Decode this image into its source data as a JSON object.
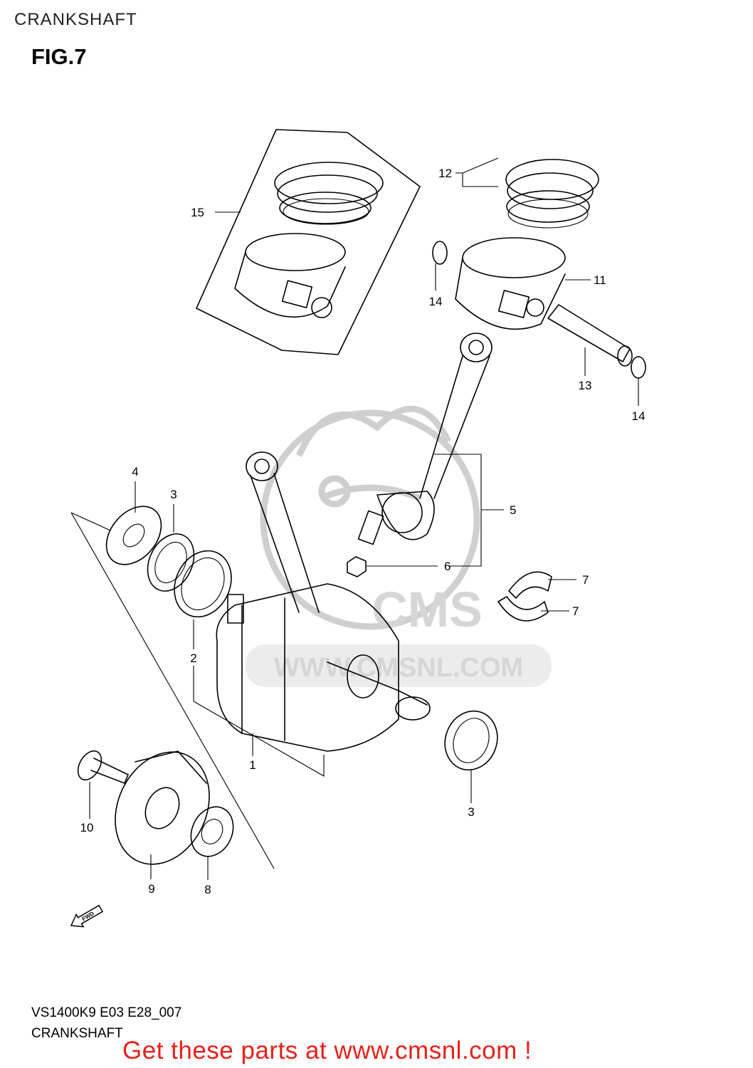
{
  "header": {
    "title": "CRANKSHAFT",
    "fig": "FIG.7"
  },
  "footer": {
    "model_code": "VS1400K9 E03 E28_007",
    "section": "CRANKSHAFT"
  },
  "promo": {
    "text": "Get these parts at www.cmsnl.com !",
    "color": "#e8201a"
  },
  "watermark": {
    "text": "WWW.CMSNL.COM",
    "brand": "CMS"
  },
  "fwd_label": "FWD",
  "callouts": {
    "c1": "1",
    "c2": "2",
    "c3a": "3",
    "c3b": "3",
    "c4": "4",
    "c5": "5",
    "c6": "6",
    "c7a": "7",
    "c7b": "7",
    "c8": "8",
    "c9": "9",
    "c10": "10",
    "c11": "11",
    "c12": "12",
    "c13": "13",
    "c14a": "14",
    "c14b": "14",
    "c15": "15"
  }
}
